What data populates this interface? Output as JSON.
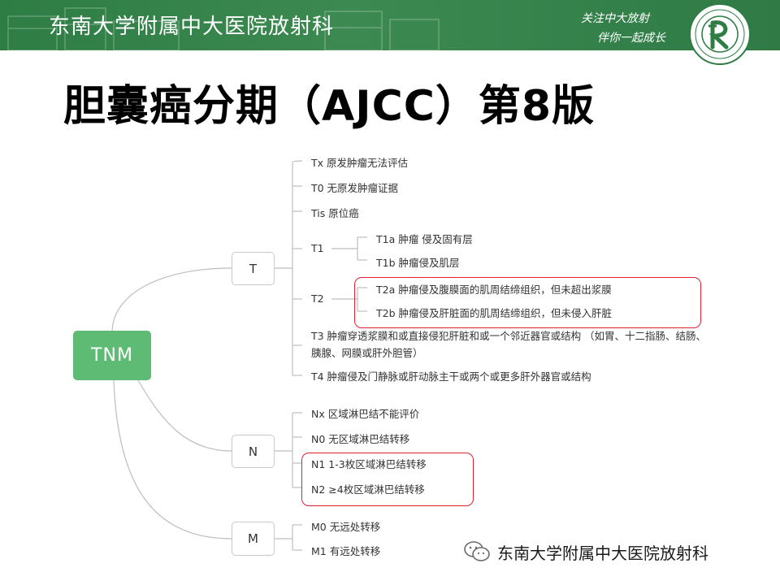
{
  "header": {
    "institution": "东南大学附属中大医院放射科",
    "slogan_line1": "关注中大放射",
    "slogan_line2": "伴你一起成长"
  },
  "page_title": "胆囊癌分期（AJCC）第8版",
  "mindmap": {
    "root": "TNM",
    "T": {
      "label": "T",
      "items": {
        "tx": "Tx  原发肿瘤无法评估",
        "t0": "T0  无原发肿瘤证据",
        "tis": "Tis  原位癌",
        "t1": "T1",
        "t1a": "T1a  肿瘤 侵及固有层",
        "t1b": "T1b  肿瘤侵及肌层",
        "t2": "T2",
        "t2a": "T2a  肿瘤侵及腹膜面的肌周结缔组织，但未超出浆膜",
        "t2b": "T2b  肿瘤侵及肝脏面的肌周结缔组织，但未侵入肝脏",
        "t3": "T3  肿瘤穿透浆膜和或直接侵犯肝脏和或一个邻近器官或结构 （如胃、十二指肠、结肠、胰腺、网膜或肝外胆管）",
        "t4": "T4  肿瘤侵及门静脉或肝动脉主干或两个或更多肝外器官或结构"
      }
    },
    "N": {
      "label": "N",
      "items": {
        "nx": "Nx  区域淋巴结不能评价",
        "n0": "N0 无区域淋巴结转移",
        "n1": "N1  1-3枚区域淋巴结转移",
        "n2": "N2  ≥4枚区域淋巴结转移"
      }
    },
    "M": {
      "label": "M",
      "items": {
        "m0": "M0  无远处转移",
        "m1": "M1  有远处转移"
      }
    }
  },
  "footer": {
    "text": "东南大学附属中大医院放射科",
    "icon": "wechat-icon"
  },
  "colors": {
    "header_green": "#2e7d44",
    "root_green": "#5dbb73",
    "highlight_red": "#e0202f",
    "connector_gray": "#bdbdbd"
  }
}
